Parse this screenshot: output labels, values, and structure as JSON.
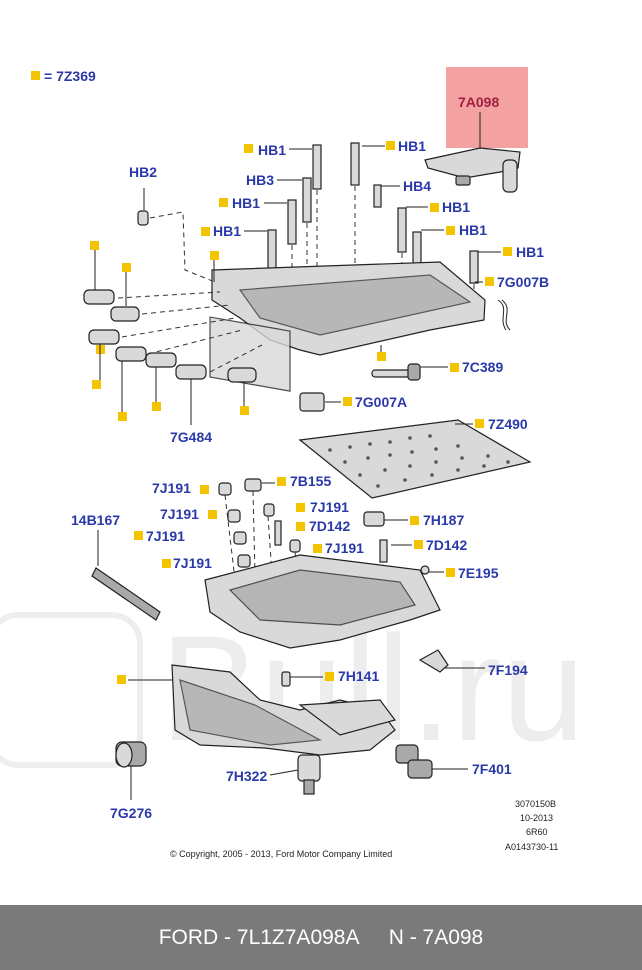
{
  "legend": {
    "marker_label": "= 7Z369",
    "marker_color": "#f5c400"
  },
  "highlight": {
    "label": "7A098",
    "color": "#f08a8a"
  },
  "labels": {
    "hb1_a": "HB1",
    "hb1_b": "HB1",
    "hb3": "HB3",
    "hb4": "HB4",
    "hb1_c": "HB1",
    "hb1_d": "HB1",
    "hb1_e": "HB1",
    "hb1_f": "HB1",
    "hb1_g": "HB1",
    "hb2": "HB2",
    "p7g007b": "7G007B",
    "p7c389": "7C389",
    "p7g007a": "7G007A",
    "p7g484": "7G484",
    "p7z490": "7Z490",
    "p7j191_a": "7J191",
    "p7b155": "7B155",
    "p7j191_b": "7J191",
    "p7j191_c": "7J191",
    "p7j191_d": "7J191",
    "p7j191_e": "7J191",
    "p7j191_f": "7J191",
    "p7d142_a": "7D142",
    "p7h187": "7H187",
    "p7d142_b": "7D142",
    "p7e195": "7E195",
    "p14b167": "14B167",
    "p7f194": "7F194",
    "p7h141": "7H141",
    "p7h322": "7H322",
    "p7f401": "7F401",
    "p7g276": "7G276"
  },
  "doc_info": {
    "line1": "3070150B",
    "line2": "10-2013",
    "line3": "6R60",
    "line4": "A0143730-11"
  },
  "copyright": "© Copyright, 2005 - 2013, Ford Motor Company Limited",
  "footer": {
    "left": "FORD - 7L1Z7A098A",
    "right": "N - 7A098"
  }
}
